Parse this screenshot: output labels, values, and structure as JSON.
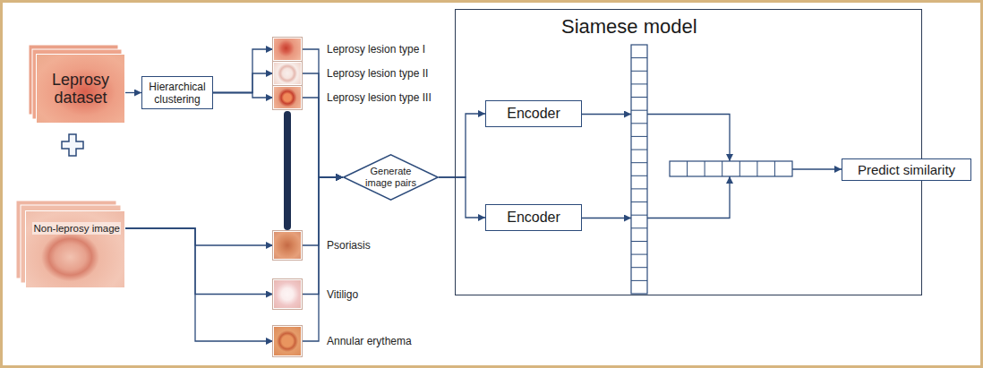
{
  "diagram": {
    "nodes": [
      {
        "text": [
          "Leprosy dataset"
        ]
      },
      {
        "text": [
          "Hierarchical clustering"
        ]
      },
      {
        "text": [
          "Non-leprosy image"
        ]
      },
      {
        "text": [
          "Leprosy lesion type I"
        ]
      },
      {
        "text": [
          "Leprosy lesion type II"
        ]
      },
      {
        "text": [
          "Leprosy lesion type III"
        ]
      },
      {
        "text": [
          "Psoriasis"
        ]
      },
      {
        "text": [
          "Vitiligo"
        ]
      },
      {
        "text": [
          "Annular erythema"
        ]
      },
      {
        "text": [
          "Generate image pairs"
        ]
      },
      {
        "text": [
          "Siamese model"
        ]
      },
      {
        "text": [
          "Encoder"
        ],
        "in": 10
      },
      {
        "text": [
          "Encoder"
        ],
        "in": 10
      },
      {
        "text": [
          "Predict similarity"
        ]
      }
    ],
    "edges": [
      {
        "from": 0,
        "to": 1,
        "arrow": "to"
      },
      {
        "from": 1,
        "to": 3,
        "arrow": "to"
      },
      {
        "from": 1,
        "to": 4,
        "arrow": "to"
      },
      {
        "from": 1,
        "to": 5,
        "arrow": "to"
      },
      {
        "from": 2,
        "to": 6,
        "arrow": "to"
      },
      {
        "from": 2,
        "to": 7,
        "arrow": "to"
      },
      {
        "from": 2,
        "to": 8,
        "arrow": "to"
      },
      {
        "from": 3,
        "to": 9,
        "arrow": "to"
      },
      {
        "from": 4,
        "to": 9,
        "arrow": "to"
      },
      {
        "from": 5,
        "to": 9,
        "arrow": "to"
      },
      {
        "from": 6,
        "to": 9,
        "arrow": "to"
      },
      {
        "from": 7,
        "to": 9,
        "arrow": "to"
      },
      {
        "from": 8,
        "to": 9,
        "arrow": "to"
      },
      {
        "from": 9,
        "to": 11,
        "arrow": "to"
      },
      {
        "from": 9,
        "to": 12,
        "arrow": "to"
      }
    ]
  }
}
